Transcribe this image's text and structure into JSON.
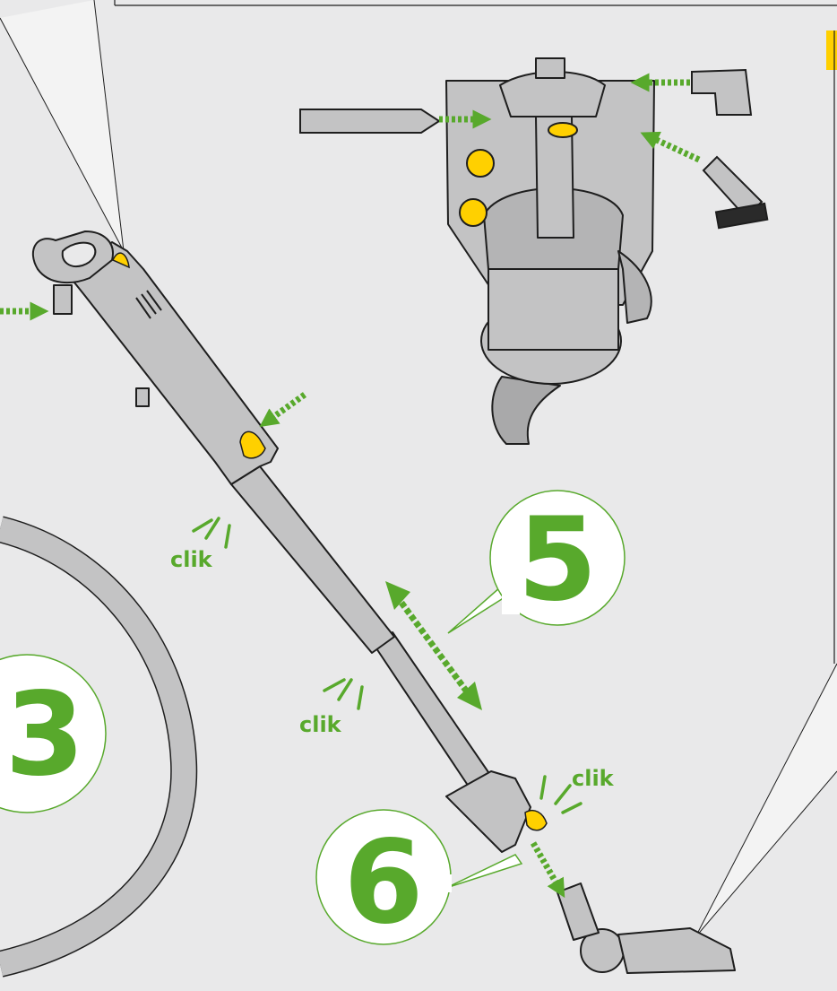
{
  "steps": {
    "step_3": "3",
    "step_5": "5",
    "step_6": "6"
  },
  "sound_labels": {
    "clik_wand_upper": "clik",
    "clik_wand_lower": "clik",
    "clik_floor_tool": "clik"
  },
  "colors": {
    "background": "#e9e9ea",
    "part_gray": "#c3c3c4",
    "part_gray_dark": "#a9a9aa",
    "outline": "#1e1e1e",
    "accent_green": "#58a92c",
    "latch_yellow": "#ffd000"
  },
  "icons": [
    "arrow-green-icon",
    "double-arrow-green-icon",
    "click-lines-icon",
    "latch-yellow-icon"
  ]
}
